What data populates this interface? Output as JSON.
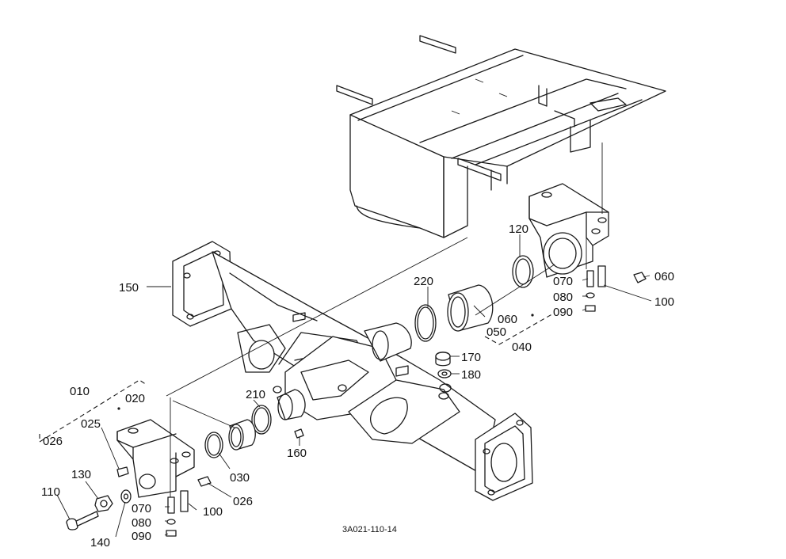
{
  "colors": {
    "ink": "#1a1a1a",
    "paper": "#ffffff"
  },
  "labels": {
    "p010": "010",
    "p020": "020",
    "p025": "025",
    "p026_left": "026",
    "p026_right": "026",
    "p030": "030",
    "p040": "040",
    "p050": "050",
    "p060_top": "060",
    "p060_mid": "060",
    "p070_left": "070",
    "p070_right": "070",
    "p080_left": "080",
    "p080_right": "080",
    "p090_left": "090",
    "p090_right": "090",
    "p100_left": "100",
    "p100_right": "100",
    "p110": "110",
    "p120": "120",
    "p130": "130",
    "p140": "140",
    "p150": "150",
    "p160": "160",
    "p170": "170",
    "p180": "180",
    "p210": "210",
    "p220": "220"
  },
  "drawing_code": "3A021-110-14"
}
